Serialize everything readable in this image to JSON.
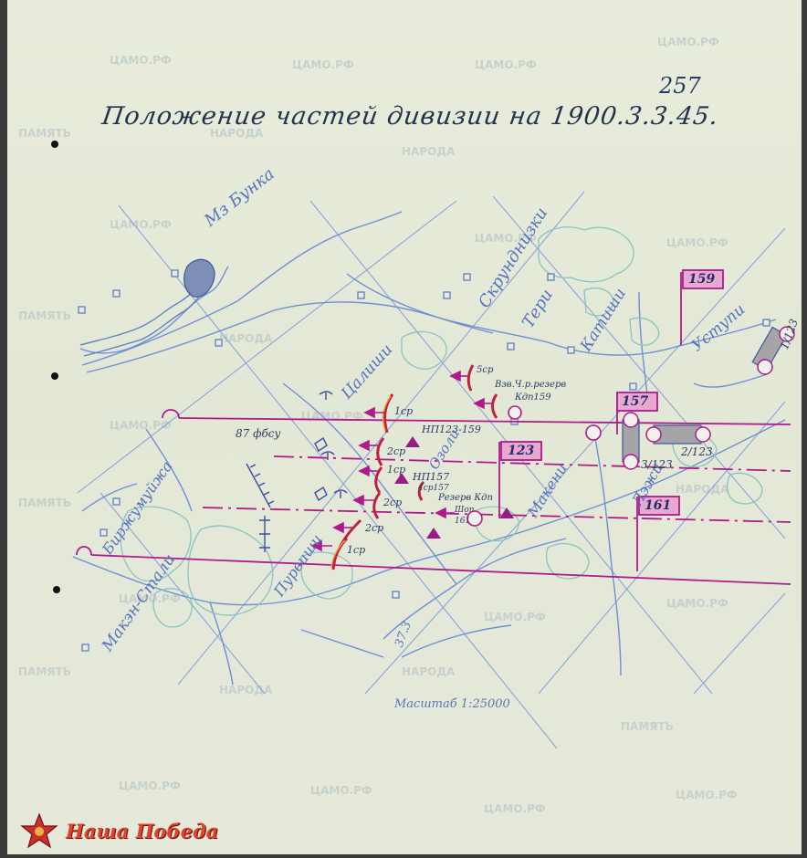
{
  "document": {
    "title": "Положение частей дивизии на 1900.3.3.45.",
    "page_number": "257",
    "scale": "Масштаб 1:25000"
  },
  "places": {
    "mz_bunka": "Мз Бунка",
    "skrundnieki": "Скрунднизки",
    "teri": "Тери",
    "katishi": "Катиши",
    "ustupi": "Уступи",
    "calishi": "Цалиши",
    "ozoli": "Озоли",
    "birzhumuizha": "Биржумуйжа",
    "makan_stali": "Макэн-Стали",
    "purvishi": "Пурвиши",
    "makeni": "Макени",
    "lezhi": "Лэжи",
    "height": "37.3"
  },
  "units": {
    "flag_159": "159",
    "flag_157": "157",
    "flag_123": "123",
    "flag_161": "161",
    "bn_1_123": "1/123",
    "bn_2_123": "2/123",
    "bn_3_123": "3/123"
  },
  "labels": {
    "sr5": "5ср",
    "reserve1": "Взв.Ч.р.резерв",
    "reserve1b": "Кдп159",
    "sr1_top": "1ср",
    "np1": "НП123-159",
    "np2": "НП157",
    "sr2_a": "2ср",
    "sr1_mid": "1ср",
    "sr2_b": "2ср",
    "sr2_c": "2ср",
    "sr1_bot": "1ср",
    "sr4": "4ср157",
    "reserve2": "Резерв Кдп",
    "reserve2b": "Шоп",
    "reserve2c": "161",
    "fbsu": "87 фбсу"
  },
  "colors": {
    "pencil_blue": "#6f8fd6",
    "front_magenta": "#b01a8c",
    "unit_red": "#c02040",
    "ink": "#23324d"
  },
  "logo": {
    "text": "Наша Победа",
    "icon": "order-star-icon"
  }
}
